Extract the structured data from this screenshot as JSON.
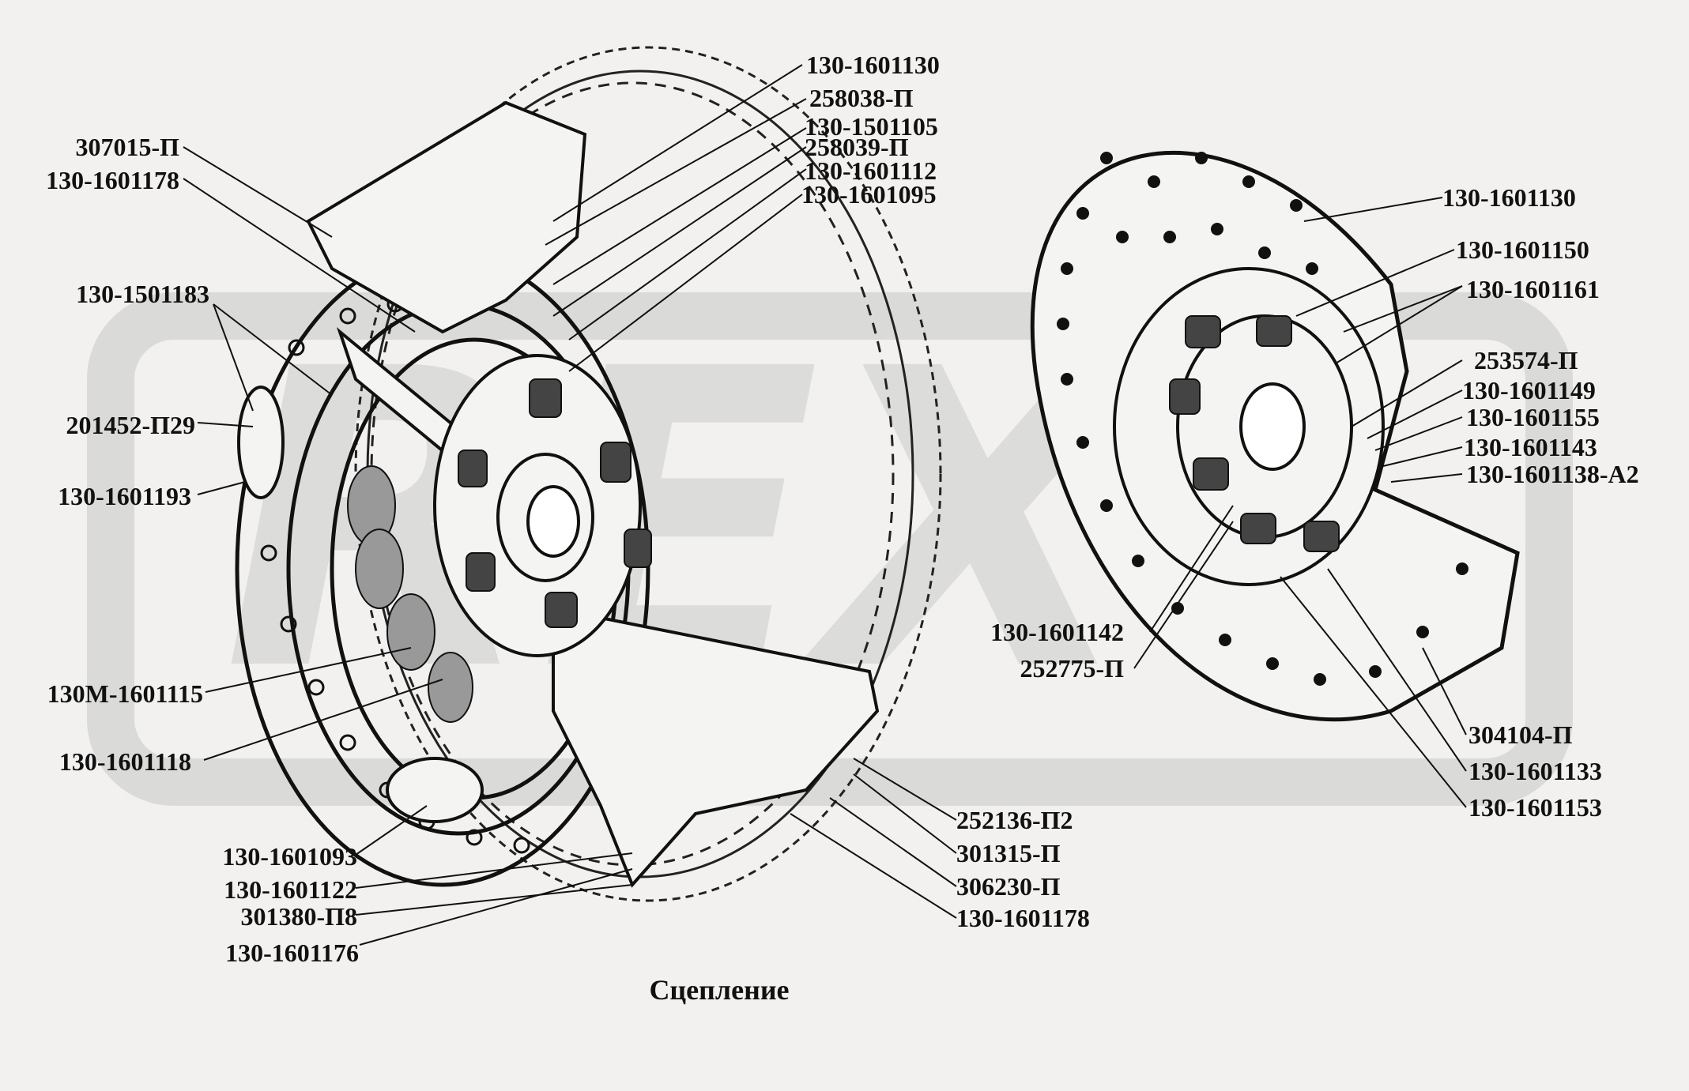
{
  "caption": "Сцепление",
  "watermark": "REX",
  "colors": {
    "background": "#f2f1ef",
    "watermark": "#dcdcda",
    "ink": "#111111"
  },
  "labels_left": [
    {
      "id": "l1",
      "text": "307015-П"
    },
    {
      "id": "l2",
      "text": "130-1601178"
    },
    {
      "id": "l3",
      "text": "130-1501183"
    },
    {
      "id": "l4",
      "text": "201452-П29"
    },
    {
      "id": "l5",
      "text": "130-1601193"
    },
    {
      "id": "l6",
      "text": "130М-1601115"
    },
    {
      "id": "l7",
      "text": "130-1601118"
    },
    {
      "id": "l8",
      "text": "130-1601093"
    },
    {
      "id": "l9",
      "text": "130-1601122"
    },
    {
      "id": "l10",
      "text": "301380-П8"
    },
    {
      "id": "l11",
      "text": "130-1601176"
    }
  ],
  "labels_top": [
    {
      "id": "t1",
      "text": "130-1601130"
    },
    {
      "id": "t2",
      "text": "258038-П"
    },
    {
      "id": "t3",
      "text": "130-1501105"
    },
    {
      "id": "t4",
      "text": "258039-П"
    },
    {
      "id": "t5",
      "text": "130-1601112"
    },
    {
      "id": "t6",
      "text": "130-1601095"
    }
  ],
  "labels_bottom": [
    {
      "id": "b1",
      "text": "252136-П2"
    },
    {
      "id": "b2",
      "text": "301315-П"
    },
    {
      "id": "b3",
      "text": "306230-П"
    },
    {
      "id": "b4",
      "text": "130-1601178"
    }
  ],
  "labels_disc": [
    {
      "id": "d1",
      "text": "130-1601130"
    },
    {
      "id": "d2",
      "text": "130-1601150"
    },
    {
      "id": "d3",
      "text": "130-1601161"
    },
    {
      "id": "d4",
      "text": "253574-П"
    },
    {
      "id": "d5",
      "text": "130-1601149"
    },
    {
      "id": "d6",
      "text": "130-1601155"
    },
    {
      "id": "d7",
      "text": "130-1601143"
    },
    {
      "id": "d8",
      "text": "130-1601138-А2"
    },
    {
      "id": "d9",
      "text": "130-1601142"
    },
    {
      "id": "d10",
      "text": "252775-П"
    },
    {
      "id": "d11",
      "text": "304104-П"
    },
    {
      "id": "d12",
      "text": "130-1601133"
    },
    {
      "id": "d13",
      "text": "130-1601153"
    }
  ]
}
